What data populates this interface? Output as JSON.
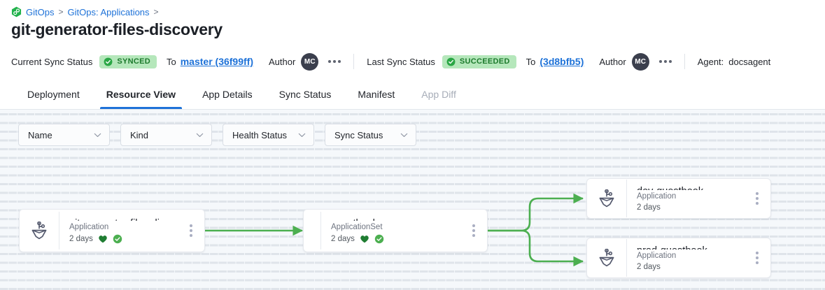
{
  "breadcrumb": {
    "logo_icon": "gitops-hexagon-logo-icon",
    "items": [
      {
        "label": "GitOps",
        "sep": ">"
      },
      {
        "label": "GitOps: Applications",
        "sep": ">"
      }
    ]
  },
  "header": {
    "title": "git-generator-files-discovery"
  },
  "status_bar": {
    "current_sync_label": "Current Sync Status",
    "current_sync_badge": "SYNCED",
    "current_to_label": "To",
    "current_revision": "master (36f99ff)",
    "current_author_label": "Author",
    "current_author_initials": "MC",
    "last_sync_label": "Last Sync Status",
    "last_sync_badge": "SUCCEEDED",
    "last_to_label": "To",
    "last_revision": "(3d8bfb5)",
    "last_author_label": "Author",
    "last_author_initials": "MC",
    "agent_label": "Agent:",
    "agent_value": "docsagent",
    "badge_bg": "#b5e7bb",
    "badge_fg": "#1c7a2c",
    "link_color": "#1e72d8",
    "avatar_bg": "#3b3f4d"
  },
  "tabs": [
    {
      "label": "Deployment",
      "active": false,
      "disabled": false
    },
    {
      "label": "Resource View",
      "active": true,
      "disabled": false
    },
    {
      "label": "App Details",
      "active": false,
      "disabled": false
    },
    {
      "label": "Sync Status",
      "active": false,
      "disabled": false
    },
    {
      "label": "Manifest",
      "active": false,
      "disabled": false
    },
    {
      "label": "App Diff",
      "active": false,
      "disabled": true
    }
  ],
  "filters": [
    {
      "label": "Name",
      "icon": "chevron-down-icon"
    },
    {
      "label": "Kind",
      "icon": "chevron-down-icon"
    },
    {
      "label": "Health Status",
      "icon": "chevron-down-icon"
    },
    {
      "label": "Sync Status",
      "icon": "chevron-down-icon"
    }
  ],
  "graph": {
    "edge_color": "#4caf50",
    "nodes": [
      {
        "id": "root",
        "title": "git-generator-files-disco...",
        "kind": "Application",
        "age": "2 days",
        "icon": "argo-application-icon",
        "show_icon": true,
        "health": "healthy-heart-icon",
        "sync": "synced-check-icon",
        "show_status": true
      },
      {
        "id": "appset",
        "title": "guestbook",
        "kind": "ApplicationSet",
        "age": "2 days",
        "icon": "none",
        "show_icon": false,
        "health": "healthy-heart-icon",
        "sync": "synced-check-icon",
        "show_status": true
      },
      {
        "id": "dev",
        "title": "dev-guestbook",
        "kind": "Application",
        "age": "2 days",
        "icon": "argo-application-icon",
        "show_icon": true,
        "health": "",
        "sync": "",
        "show_status": false
      },
      {
        "id": "prod",
        "title": "prod-guestbook",
        "kind": "Application",
        "age": "2 days",
        "icon": "argo-application-icon",
        "show_icon": true,
        "health": "",
        "sync": "",
        "show_status": false
      }
    ]
  },
  "colors": {
    "canvas_bg": "#f5f8fb",
    "green": "#4caf50",
    "heart_green": "#1f7d32",
    "accent_blue": "#1e72d8"
  }
}
